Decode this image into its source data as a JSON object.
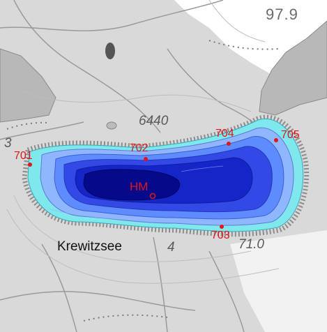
{
  "map": {
    "lake_name": "Krewitzsee",
    "topo_labels": [
      "6440",
      "97.9",
      "4",
      "71.0",
      "3"
    ],
    "stations": [
      {
        "id": "701"
      },
      {
        "id": "702"
      },
      {
        "id": "703"
      },
      {
        "id": "704"
      },
      {
        "id": "705"
      }
    ],
    "deepest_point": {
      "label": "HM"
    },
    "colors": {
      "background": "#d9d9d9",
      "water_shallow": "#7fe8ec",
      "water_mid": "#5e8cff",
      "water_deep": "#1525c8",
      "water_deepest": "#050a8a",
      "station_red": "#e0161b"
    }
  }
}
